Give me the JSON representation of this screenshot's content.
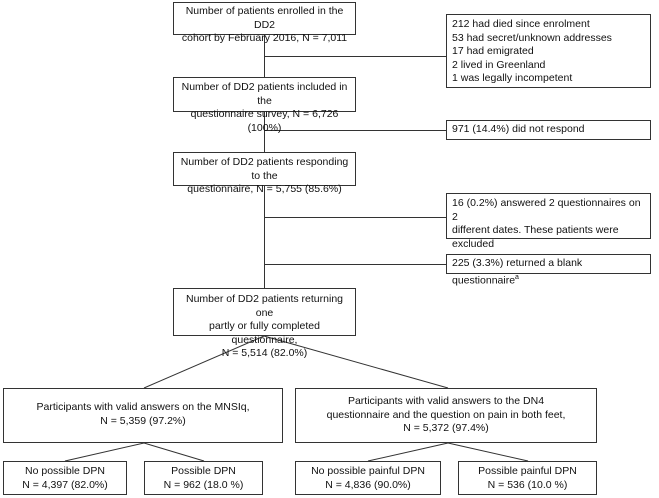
{
  "flowchart": {
    "enrolled": {
      "line1": "Number of patients enrolled in the DD2",
      "line2": "cohort by February 2016, N = 7,011"
    },
    "excluded1": {
      "lines": [
        "212 had died since enrolment",
        "53 had secret/unknown addresses",
        "17 had emigrated",
        "2 lived in Greenland",
        "1 was legally incompetent"
      ]
    },
    "included": {
      "line1": "Number of DD2 patients included in the",
      "line2": "questionnaire survey, N = 6,726 (100%)"
    },
    "nonresponse": {
      "text": "971 (14.4%) did not respond"
    },
    "responding": {
      "line1": "Number of DD2 patients responding to the",
      "line2": "questionnaire, N = 5,755 (85.6%)"
    },
    "duplicates": {
      "line1": "16 (0.2%) answered 2 questionnaires on 2",
      "line2": "different dates. These patients were",
      "line3": "excluded"
    },
    "blank": {
      "text": "225 (3.3%) returned a blank questionnaire",
      "superscript": "a"
    },
    "completed": {
      "line1": "Number of DD2 patients returning one",
      "line2": "partly or fully completed questionnaire,",
      "line3": "N = 5,514 (82.0%)"
    },
    "mnsiq": {
      "line1": "Participants with valid answers on the MNSIq,",
      "line2": "N = 5,359 (97.2%)"
    },
    "dn4": {
      "line1": "Participants with valid answers to the DN4",
      "line2": "questionnaire and the question on pain in both feet,",
      "line3": "N = 5,372 (97.4%)"
    },
    "no_dpn": {
      "line1": "No possible DPN",
      "line2": "N = 4,397  (82.0%)"
    },
    "possible_dpn": {
      "line1": "Possible DPN",
      "line2": "N = 962 (18.0 %)"
    },
    "no_painful_dpn": {
      "line1": "No possible painful DPN",
      "line2": "N = 4,836 (90.0%)"
    },
    "possible_painful_dpn": {
      "line1": "Possible painful DPN",
      "line2": "N = 536 (10.0 %)"
    }
  }
}
